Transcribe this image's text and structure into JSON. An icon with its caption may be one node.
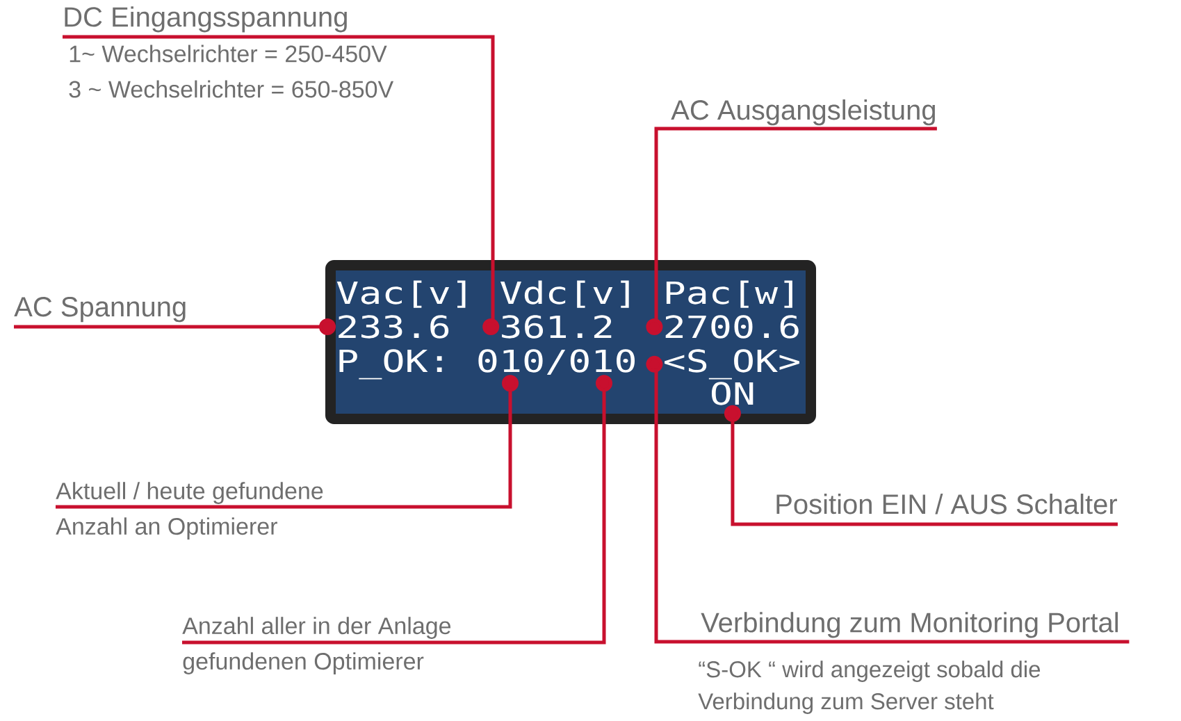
{
  "diagram": {
    "nodes": [
      {
        "text": [],
        "shape": "box"
      },
      {
        "text": [
          "Vac[v]"
        ],
        "in": 0
      },
      {
        "text": [
          "Vdc[v]"
        ],
        "in": 0
      },
      {
        "text": [
          "Pac[w]"
        ],
        "in": 0
      },
      {
        "text": [
          "233.6"
        ],
        "in": 0
      },
      {
        "text": [
          "361.2"
        ],
        "in": 0
      },
      {
        "text": [
          "2700.6"
        ],
        "in": 0
      },
      {
        "text": [
          "P_OK:"
        ],
        "in": 0
      },
      {
        "text": [
          "010/010"
        ],
        "in": 0
      },
      {
        "text": [
          "<S_OK>"
        ],
        "in": 0
      },
      {
        "text": [
          "ON"
        ],
        "in": 0
      },
      {
        "text": [
          "DC Eingangsspannung",
          "1~ Wechselrichter = 250-450V",
          "3 ~ Wechselrichter = 650-850V"
        ]
      },
      {
        "text": [
          "AC Ausgangsleistung"
        ]
      },
      {
        "text": [
          "AC Spannung"
        ]
      },
      {
        "text": [
          "Aktuell / heute gefundene Anzahl an Optimierer"
        ]
      },
      {
        "text": [
          "Position EIN / AUS Schalter"
        ]
      },
      {
        "text": [
          "Anzahl aller in der Anlage gefundenen Optimierer"
        ]
      },
      {
        "text": [
          "Verbindung zum Monitoring Portal",
          "“S-OK “ wird angezeigt sobald die Verbindung zum Server steht"
        ]
      }
    ],
    "edges": [
      {
        "from": 11,
        "to": 5,
        "arrow": "other"
      },
      {
        "from": 12,
        "to": 6,
        "arrow": "other"
      },
      {
        "from": 13,
        "to": 4,
        "arrow": "other"
      },
      {
        "from": 14,
        "to": 8,
        "arrow": "other"
      },
      {
        "from": 15,
        "to": 10,
        "arrow": "other"
      },
      {
        "from": 16,
        "to": 8,
        "arrow": "other"
      },
      {
        "from": 17,
        "to": 9,
        "arrow": "other"
      }
    ]
  }
}
